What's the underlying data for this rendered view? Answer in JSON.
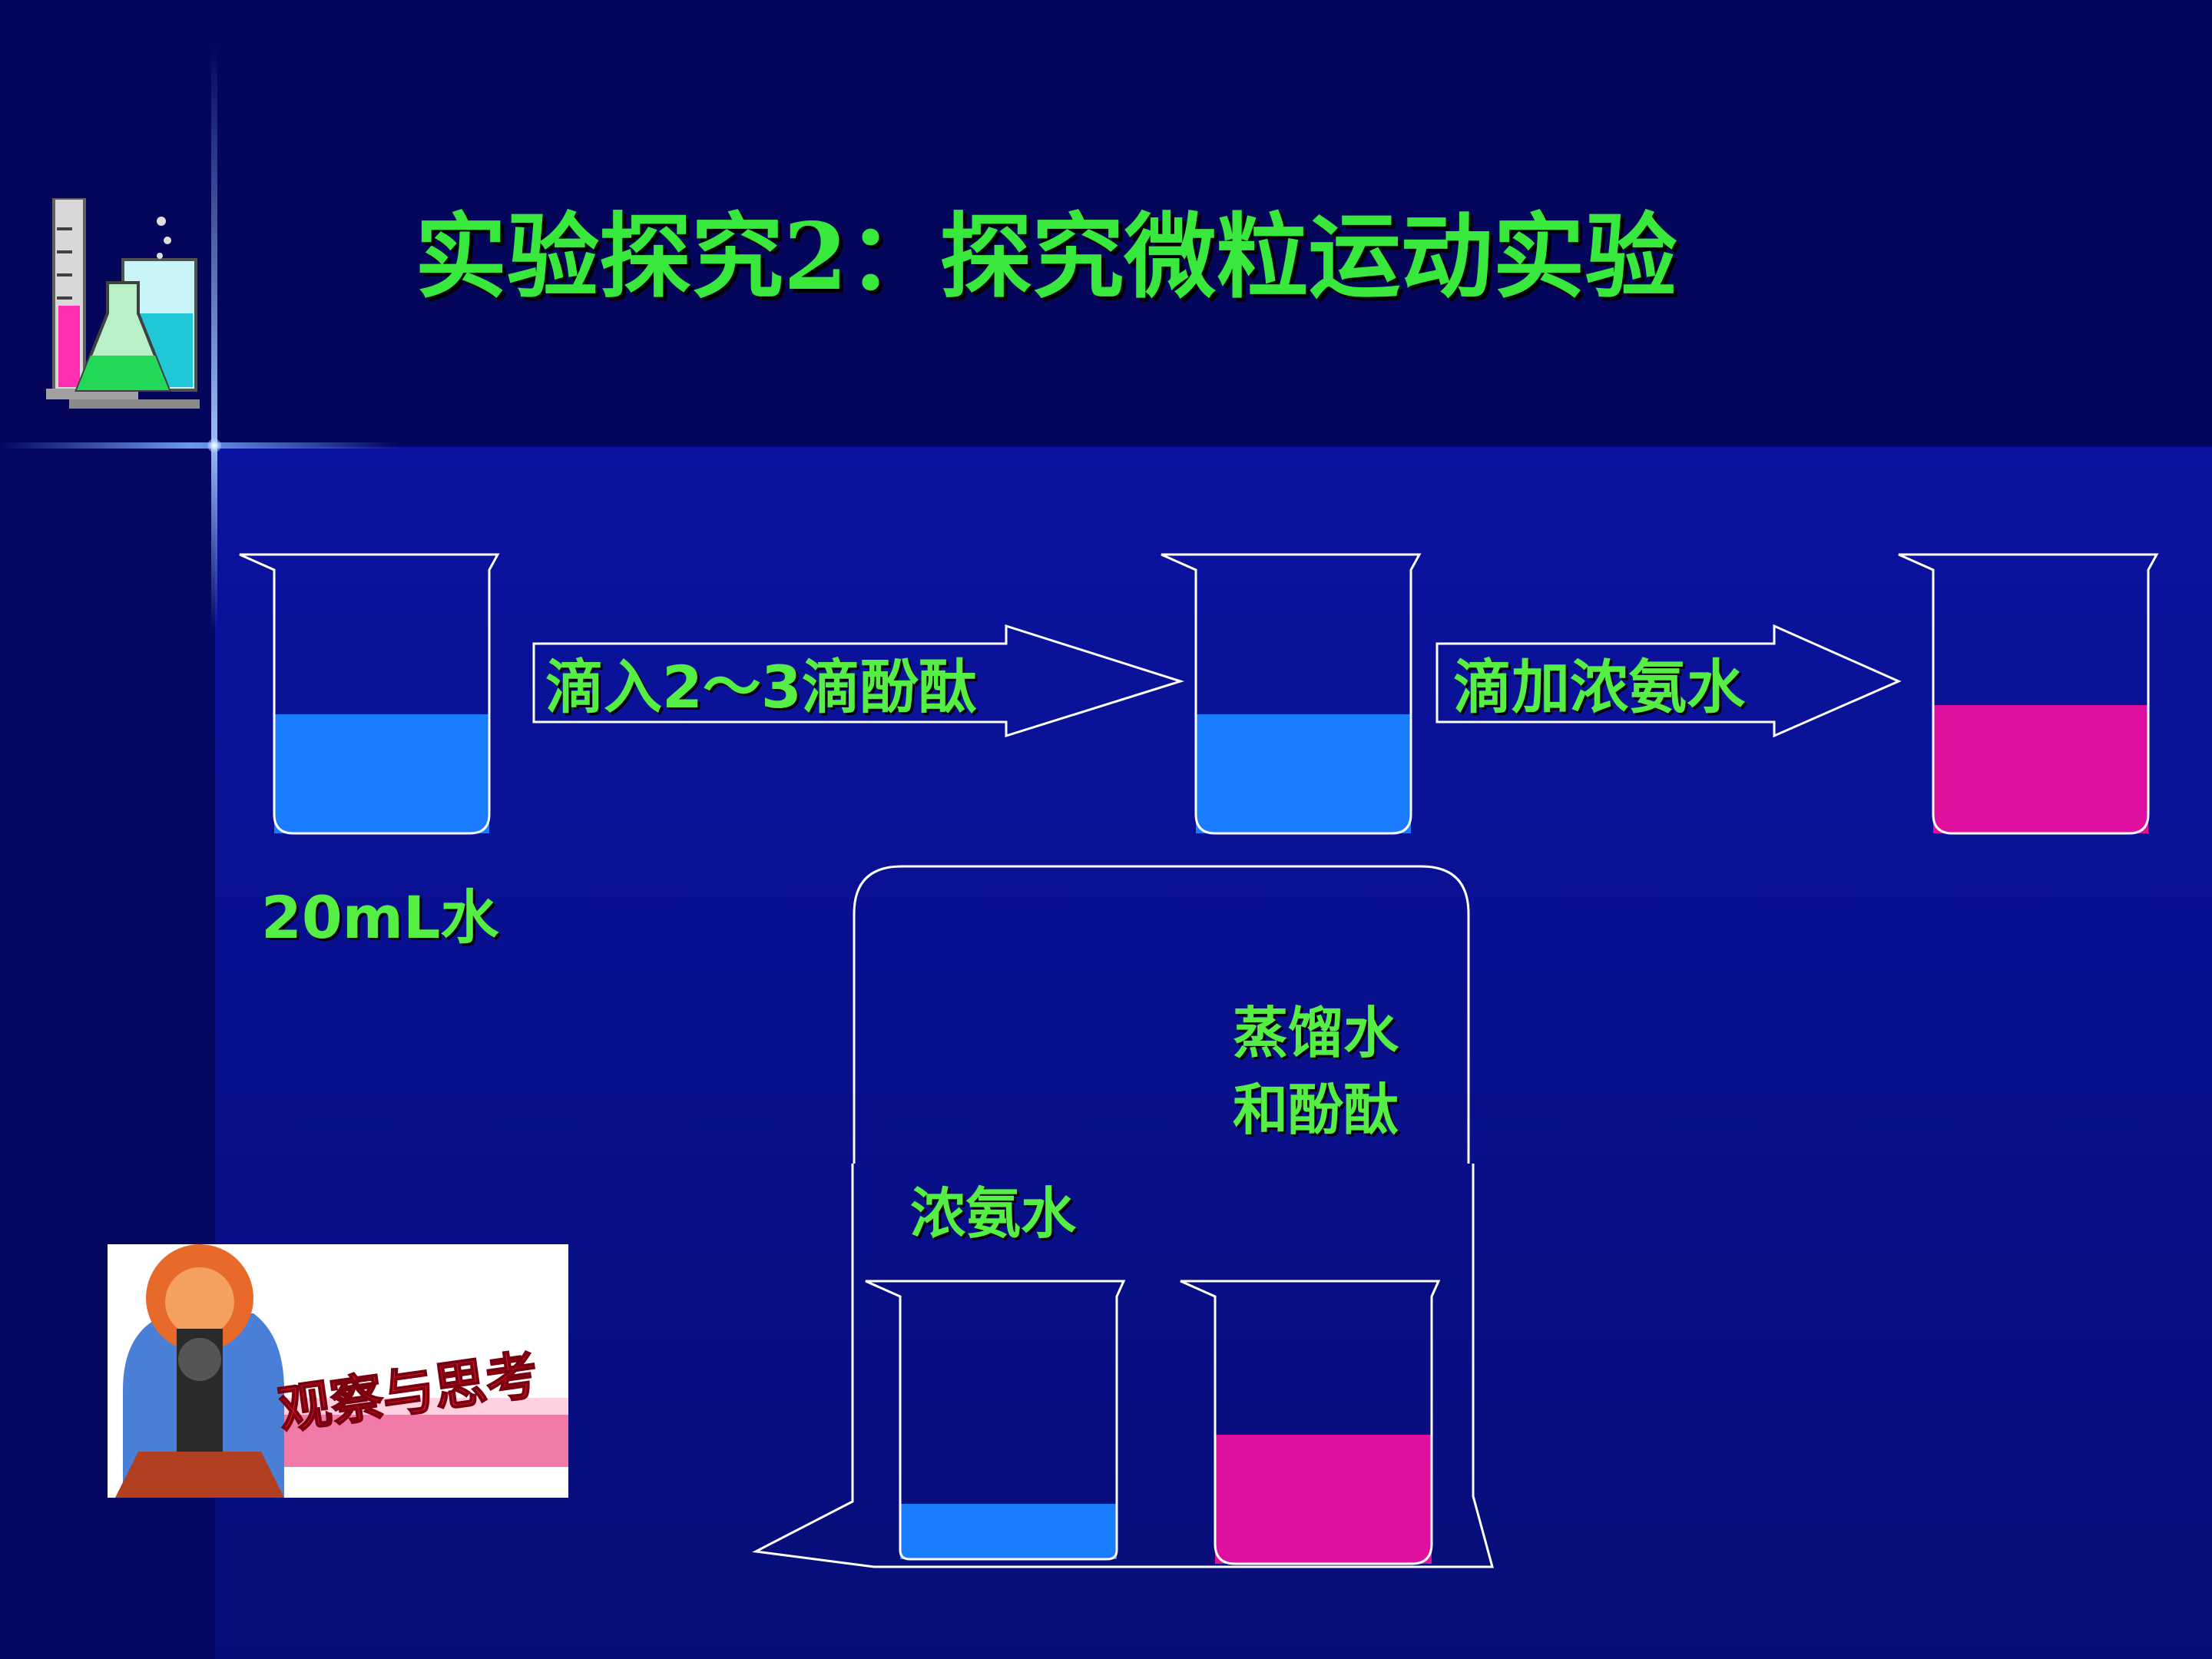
{
  "slide": {
    "title": "实验探究2：探究微粒运动实验"
  },
  "arrows": {
    "step1_label": "滴入2～3滴酚酞",
    "step2_label": "滴加浓氨水"
  },
  "labels": {
    "water_amount": "20mL水",
    "distilled_line1": "蒸馏水",
    "distilled_line2": "和酚酞",
    "ammonia": "浓氨水"
  },
  "liquid_levels": {
    "beaker_1": 0.44,
    "beaker_2": 0.44,
    "beaker_3": 0.48,
    "beaker_ammonia": 0.2,
    "beaker_phenolphthalein": 0.48
  },
  "images": {
    "top_left_icon": "lab-glassware-icon",
    "bottom_left_picture": "observe-and-think-picture",
    "bottom_left_picture_text": "观察与思考"
  },
  "colors": {
    "title_text": "#39e83c",
    "label_text": "#55ee44",
    "blue_liquid": "#1a7dff",
    "pink_liquid": "#e0109f",
    "outline": "#ffffff"
  }
}
